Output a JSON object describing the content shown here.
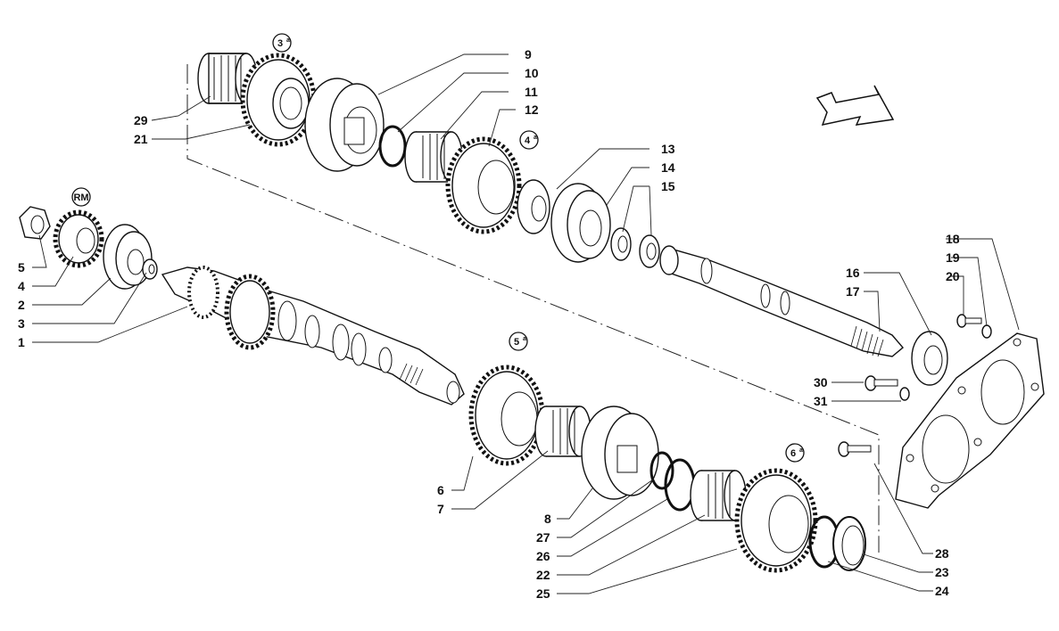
{
  "callouts": {
    "c1": "1",
    "c2": "2",
    "c3": "3",
    "c4": "4",
    "c5": "5",
    "c6": "6",
    "c7": "7",
    "c8": "8",
    "c9": "9",
    "c10": "10",
    "c11": "11",
    "c12": "12",
    "c13": "13",
    "c14": "14",
    "c15": "15",
    "c16": "16",
    "c17": "17",
    "c18": "18",
    "c19": "19",
    "c20": "20",
    "c21": "21",
    "c22": "22",
    "c23": "23",
    "c24": "24",
    "c25": "25",
    "c26": "26",
    "c27": "27",
    "c28": "28",
    "c29": "29",
    "c30": "30",
    "c31": "31"
  },
  "gear_badges": {
    "reverse": "RM",
    "third": "3",
    "fourth": "4",
    "fifth": "5",
    "sixth": "6",
    "ordinal": "a"
  },
  "direction_arrow_icon": "outline-arrow-right-down"
}
